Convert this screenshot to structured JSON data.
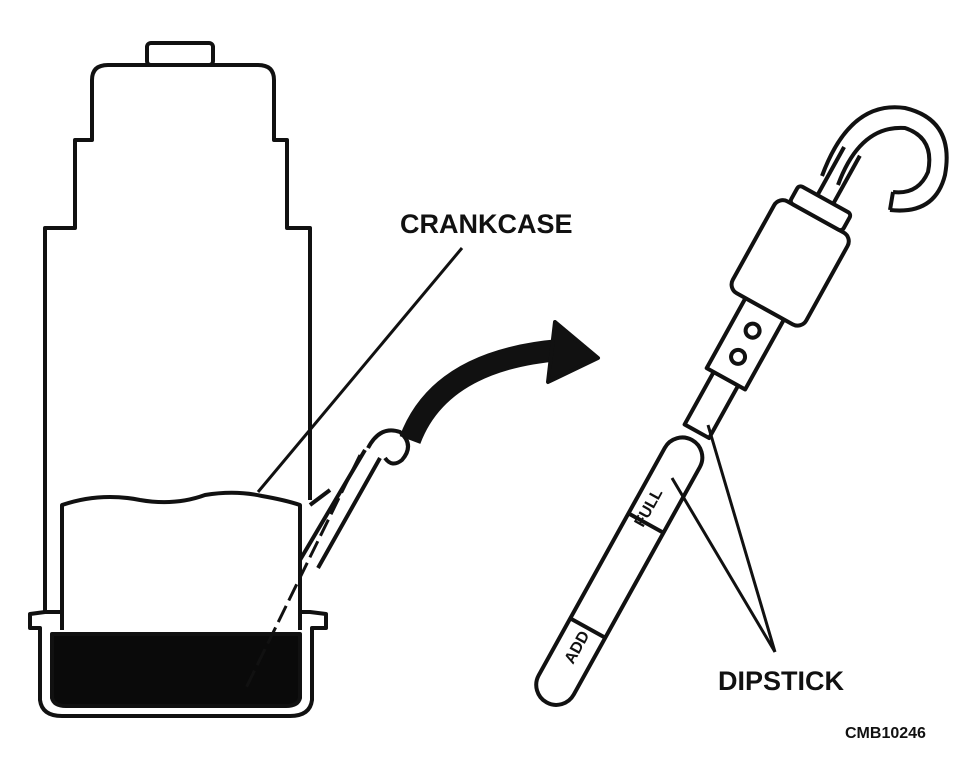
{
  "labels": {
    "crankcase": "CRANKCASE",
    "dipstick": "DIPSTICK",
    "figure_id": "CMB10246",
    "mark_full": "FULL",
    "mark_add": "ADD"
  },
  "colors": {
    "ink": "#111111",
    "oil": "#0a0a0a",
    "background": "#ffffff"
  }
}
